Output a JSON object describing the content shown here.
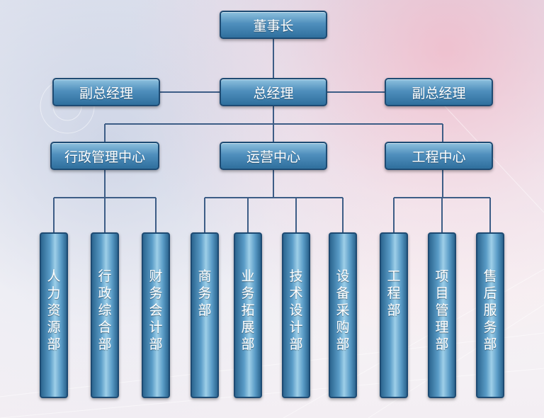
{
  "org": {
    "chairman": "董事长",
    "gm": "总经理",
    "vp_left": "副总经理",
    "vp_right": "副总经理",
    "centers": [
      "行政管理中心",
      "运营中心",
      "工程中心"
    ],
    "departments": [
      "人力资源部",
      "行政综合部",
      "财务会计部",
      "商务部",
      "业务拓展部",
      "技术设计部",
      "设备采购部",
      "工程部",
      "项目管理部",
      "售后服务部"
    ]
  },
  "colors": {
    "node_fill": "#4f8fbd",
    "node_border": "#1e4b73",
    "connector": "#3d5d86"
  }
}
